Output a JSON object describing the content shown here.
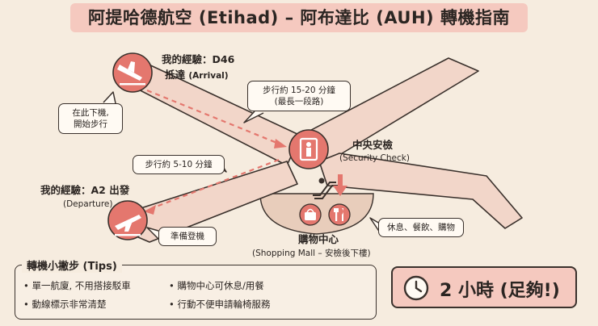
{
  "title": "阿提哈德航空 (Etihad) – 阿布達比 (AUH) 轉機指南",
  "arrival": {
    "my_gate": "我的經驗：D46",
    "label": "抵達",
    "label_en": "(Arrival)",
    "icon": "airplane-landing-icon"
  },
  "departure": {
    "my_gate": "我的經驗：A2 出發",
    "label_en": "(Departure)",
    "icon": "airplane-takeoff-icon"
  },
  "security": {
    "label": "中央安檢",
    "label_en": "(Security Check)",
    "icon": "security-scanner-icon"
  },
  "mall": {
    "label": "購物中心",
    "label_en": "(Shopping Mall – 安檢後下樓)",
    "icons": [
      "shopping-bag-icon",
      "fork-knife-icon",
      "escalator-icon",
      "down-arrow-icon"
    ]
  },
  "bubbles": {
    "deplane": [
      "在此下機,",
      "開始步行"
    ],
    "walk_long": [
      "步行約 15-20 分鐘",
      "(最長一段路)"
    ],
    "walk_short": "步行約 5-10 分鐘",
    "board": "準備登機",
    "rest": "休息、餐飲、購物"
  },
  "tips": {
    "title": "轉機小撇步 (Tips)",
    "items": [
      "• 單一航廈, 不用搭接駁車",
      "• 購物中心可休息/用餐",
      "• 動線標示非常清楚",
      "• 行動不便申請輪椅服務"
    ]
  },
  "time": {
    "text": "2 小時 (足夠!)",
    "icon": "clock-icon"
  },
  "colors": {
    "accent": "#e4776e",
    "accent_light": "#f5c9bf",
    "corridor": "#f2d6c9",
    "ink": "#3a312c",
    "background": "#f6ecdf"
  }
}
